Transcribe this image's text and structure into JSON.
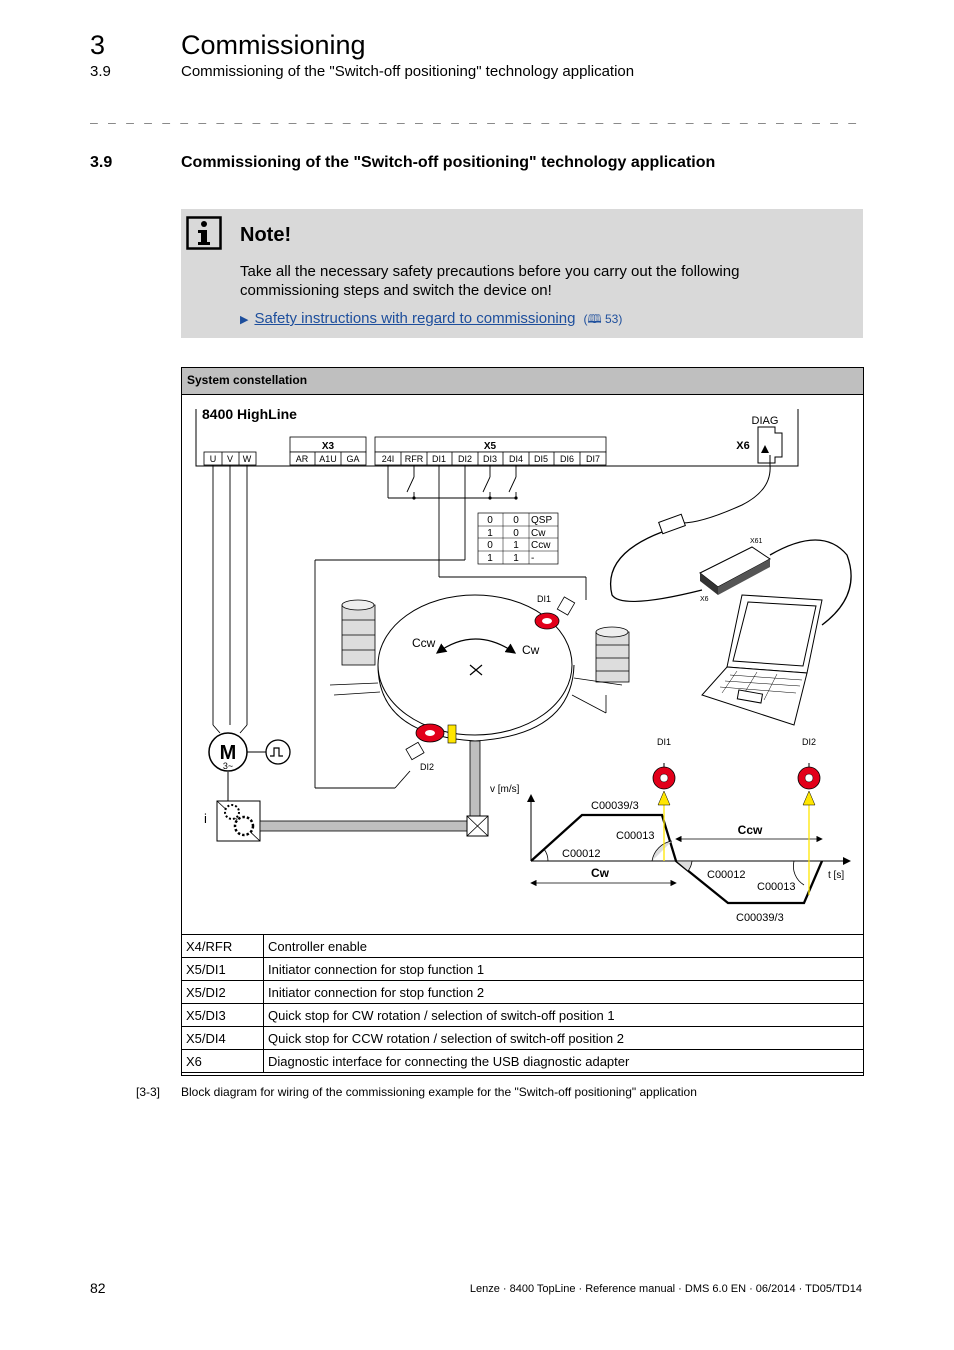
{
  "header": {
    "chapter_number": "3",
    "chapter_title": "Commissioning",
    "section_number": "3.9",
    "section_title": "Commissioning of the \"Switch-off positioning\" technology application"
  },
  "separator": "_ _ _ _ _ _ _ _ _ _ _ _ _ _ _ _ _ _ _ _ _ _ _ _ _ _ _ _ _ _ _ _ _ _ _ _ _ _ _ _ _ _ _ _ _ _ _ _ _ _ _ _ _ _ _ _ _ _ _ _ _ _ _ _",
  "section": {
    "number": "3.9",
    "title": "Commissioning of the \"Switch-off positioning\" technology application"
  },
  "note": {
    "icon": "info-icon",
    "heading": "Note!",
    "text": "Take all the necessary safety precautions before you carry out the following commissioning steps and switch the device on!",
    "link_text": "Safety instructions with regard to commissioning",
    "link_ref": "53"
  },
  "figure": {
    "heading": "System constellation",
    "diagram": {
      "device": "8400 HighLine",
      "x3_label": "X3",
      "x5_label": "X5",
      "x6_label": "X6",
      "diag_label": "DIAG",
      "motor_terminals": [
        "U",
        "V",
        "W"
      ],
      "x3_terminals": [
        "AR",
        "A1U",
        "GA"
      ],
      "x5_terminals": [
        "24I",
        "RFR",
        "DI1",
        "DI2",
        "DI3",
        "DI4",
        "DI5",
        "DI6",
        "DI7"
      ],
      "truth_table": [
        [
          "0",
          "0",
          "QSP"
        ],
        [
          "1",
          "0",
          "Cw"
        ],
        [
          "0",
          "1",
          "Ccw"
        ],
        [
          "1",
          "1",
          "-"
        ]
      ],
      "adapter_x61": "X61",
      "adapter_x6": "X6",
      "motor_letter": "M",
      "motor_phase": "3~",
      "encoder_label": "i",
      "di1": "DI1",
      "di2": "DI2",
      "ccw": "Ccw",
      "cw": "Cw",
      "v_axis": "v [m/s]",
      "t_axis": "t [s]",
      "c39": "C00039/3",
      "c13": "C00013",
      "c12": "C00012",
      "ccw_bold": "Ccw",
      "cw_bold": "Cw",
      "graph_di1": "DI1",
      "graph_di2": "DI2"
    },
    "rows": [
      {
        "terminal": "X4/RFR",
        "description": "Controller enable"
      },
      {
        "terminal": "X5/DI1",
        "description": "Initiator connection for stop function 1"
      },
      {
        "terminal": "X5/DI2",
        "description": "Initiator connection for stop function 2"
      },
      {
        "terminal": "X5/DI3",
        "description": "Quick stop for CW rotation / selection of switch-off position 1"
      },
      {
        "terminal": "X5/DI4",
        "description": "Quick stop for CCW rotation / selection of switch-off position 2"
      },
      {
        "terminal": "X6",
        "description": "Diagnostic interface for connecting the USB diagnostic adapter"
      }
    ],
    "caption_number": "[3-3]",
    "caption": "Block diagram for wiring of the commissioning example for the \"Switch-off positioning\" application"
  },
  "footer": {
    "page": "82",
    "text": "Lenze · 8400 TopLine · Reference manual · DMS 6.0 EN · 06/2014 · TD05/TD14"
  },
  "colors": {
    "note_bg": "#d9d9d9",
    "link": "#1d4e9c",
    "sensor_red": "#e2001a",
    "arrow_yellow": "#ffe600"
  }
}
